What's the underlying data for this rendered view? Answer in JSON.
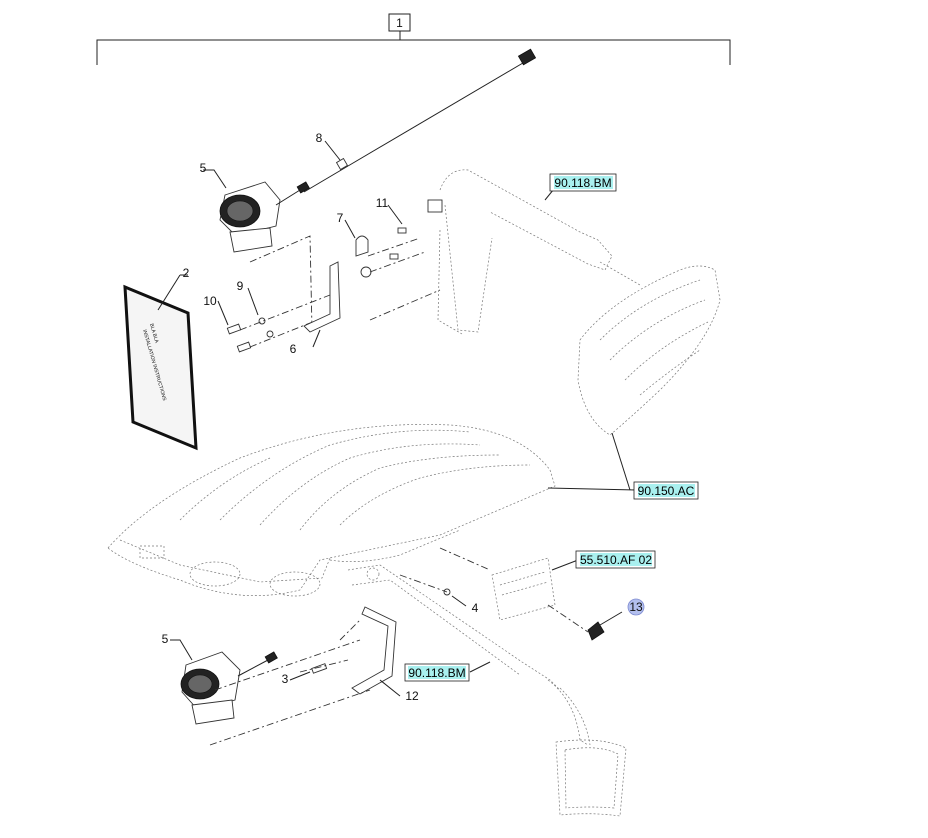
{
  "assembly": {
    "number": "1"
  },
  "callouts": [
    "2",
    "3",
    "4",
    "5",
    "5",
    "6",
    "7",
    "8",
    "9",
    "10",
    "11",
    "12",
    "13"
  ],
  "references": [
    "90.118.BM",
    "90.150.AC",
    "55.510.AF 02",
    "90.118.BM"
  ],
  "manual": {
    "cover_text_1": "BLA BLA",
    "cover_text_2": "INSTALLATION INSTRUCTIONS"
  },
  "colors": {
    "reference_fill": "#a9f0ef",
    "highlight_fill": "#b3bfee",
    "line": "#222222"
  }
}
